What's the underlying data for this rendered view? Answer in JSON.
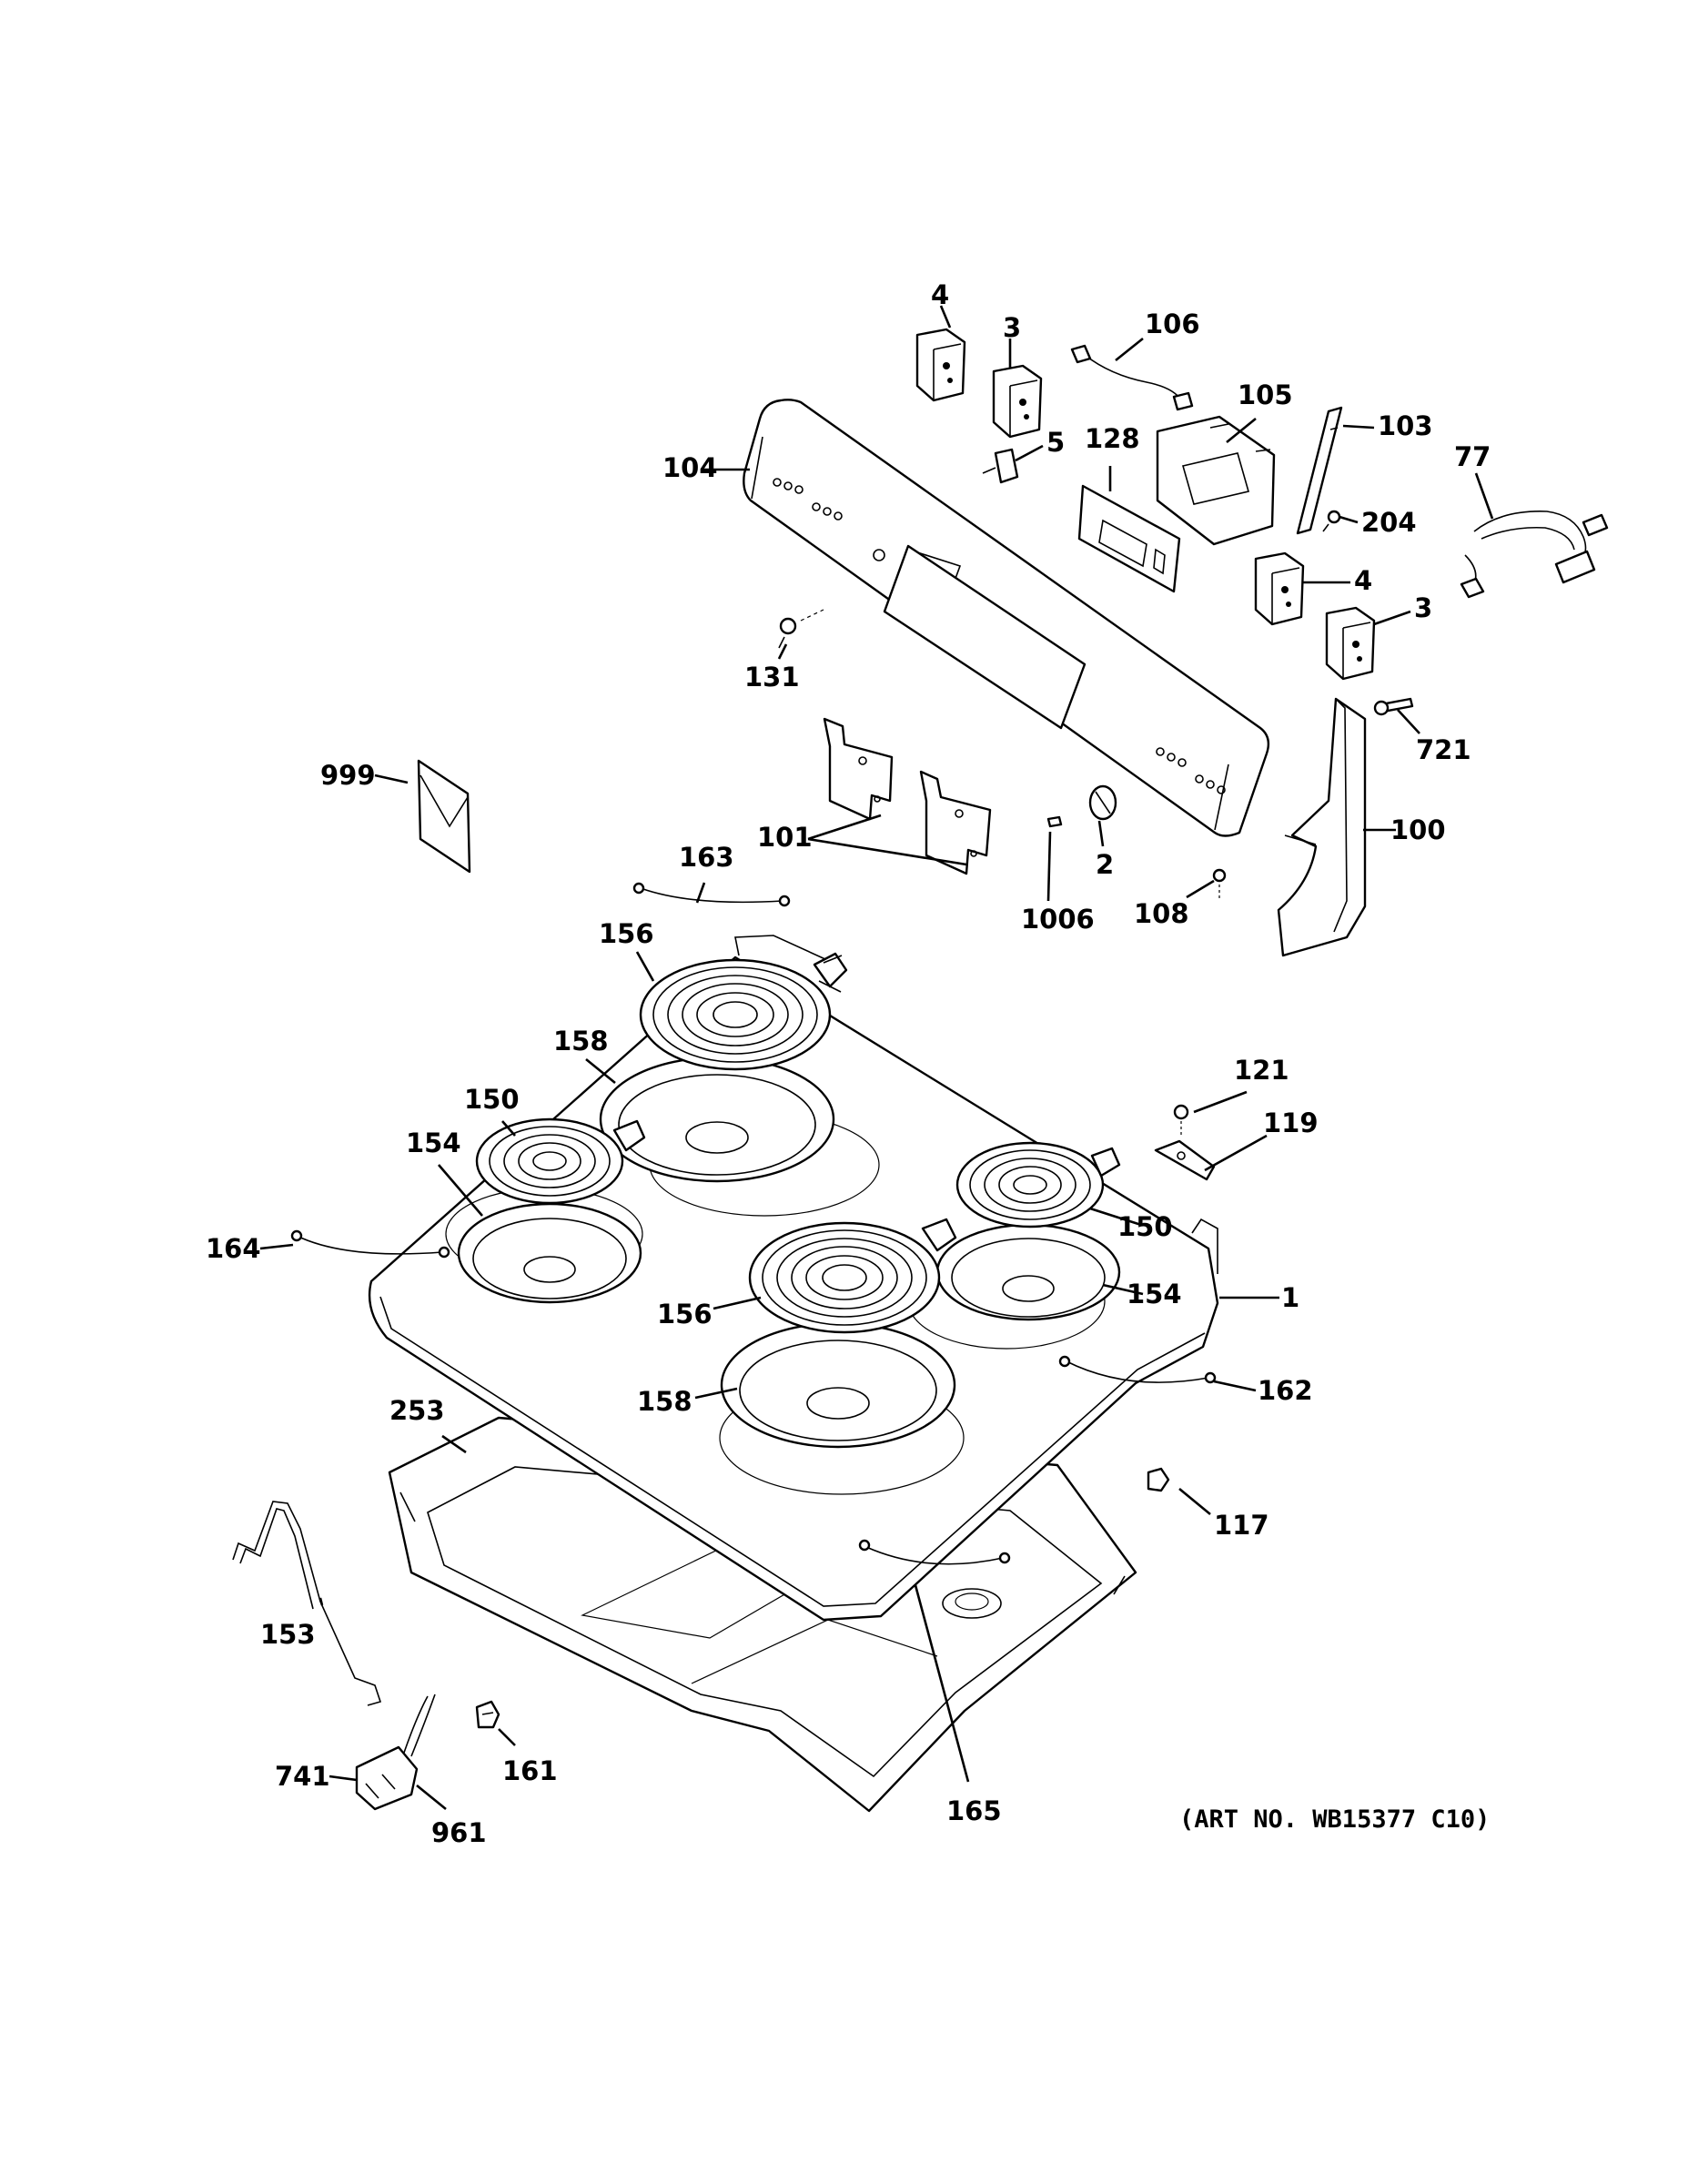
{
  "art_number": "(ART NO. WB15377 C10)",
  "callouts": {
    "c4a": "4",
    "c3a": "3",
    "c106": "106",
    "c105": "105",
    "c103": "103",
    "c77": "77",
    "c5": "5",
    "c128": "128",
    "c104": "104",
    "c204": "204",
    "c4b": "4",
    "c3b": "3",
    "c131": "131",
    "c721": "721",
    "c999": "999",
    "c101": "101",
    "c100": "100",
    "c163": "163",
    "c2": "2",
    "c1006": "1006",
    "c108": "108",
    "c156a": "156",
    "c158a": "158",
    "c150a": "150",
    "c154a": "154",
    "c121": "121",
    "c119": "119",
    "c150b": "150",
    "c164": "164",
    "c154b": "154",
    "c1": "1",
    "c156b": "156",
    "c162": "162",
    "c158b": "158",
    "c253": "253",
    "c117": "117",
    "c153": "153",
    "c165": "165",
    "c741": "741",
    "c161": "161",
    "c961": "961"
  }
}
